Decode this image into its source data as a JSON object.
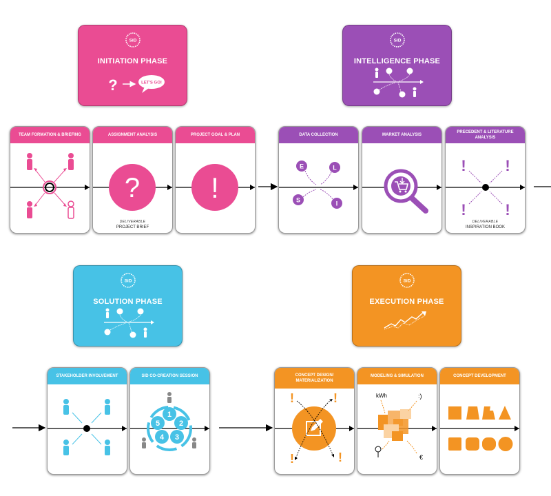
{
  "colors": {
    "pink": "#ea4c93",
    "purple": "#9b4fb6",
    "cyan": "#47c2e6",
    "orange": "#f39423",
    "line": "#000000"
  },
  "logo_text": "SiD",
  "phases": {
    "initiation": {
      "title": "INITIATION PHASE",
      "bubble": "LET'S GO!"
    },
    "intelligence": {
      "title": "INTELLIGENCE PHASE"
    },
    "solution": {
      "title": "SOLUTION PHASE"
    },
    "execution": {
      "title": "EXECUTION PHASE"
    }
  },
  "cards": {
    "team_formation": {
      "title": "TEAM FORMATION & BRIEFING"
    },
    "assignment_analysis": {
      "title": "ASSIGNMENT ANALYSIS",
      "deliverable_label": "DELIVERABLE",
      "deliverable": "PROJECT BRIEF"
    },
    "project_goal": {
      "title": "PROJECT GOAL & PLAN"
    },
    "data_collection": {
      "title": "DATA COLLECTION",
      "letters": [
        "E",
        "L",
        "S",
        "I"
      ]
    },
    "market_analysis": {
      "title": "MARKET ANALYSIS"
    },
    "precedent": {
      "title": "PRECEDENT & LITERATURE ANALYSIS",
      "deliverable_label": "DELIVERABLE",
      "deliverable": "INSPIRATION BOOK"
    },
    "stakeholder": {
      "title": "STAKEHOLDER INVOLVEMENT"
    },
    "cocreation": {
      "title": "SID CO-CREATION SESSION",
      "numbers": [
        "1",
        "2",
        "3",
        "4",
        "5"
      ]
    },
    "concept_design": {
      "title": "CONCEPT DESIGN/ MATERIALIZATION"
    },
    "modeling": {
      "title": "MODELING & SIMULATION",
      "kwh": "kWh",
      "smile": ":)",
      "euro": "€"
    },
    "concept_dev": {
      "title": "CONCEPT DEVELOPMENT"
    }
  },
  "symbols": {
    "question": "?",
    "exclaim": "!",
    "arrow": "→"
  }
}
